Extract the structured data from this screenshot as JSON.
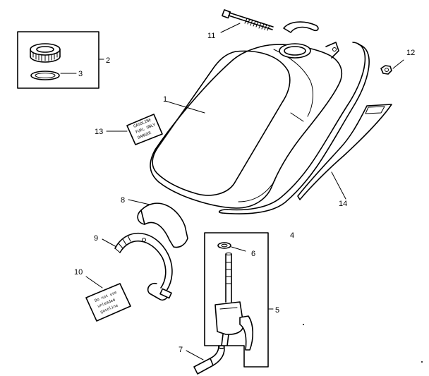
{
  "callouts": {
    "c1": "1",
    "c2": "2",
    "c3": "3",
    "c4": "4",
    "c5": "5",
    "c6": "6",
    "c7": "7",
    "c8": "8",
    "c9": "9",
    "c10": "10",
    "c11": "11",
    "c12": "12",
    "c13": "13",
    "c14": "14"
  },
  "decals": {
    "decal_13": [
      "GASOLINE",
      "FUEL ONLY",
      "DANGER"
    ],
    "decal_10": [
      "Do not use",
      "unleaded",
      "gasoline"
    ]
  }
}
